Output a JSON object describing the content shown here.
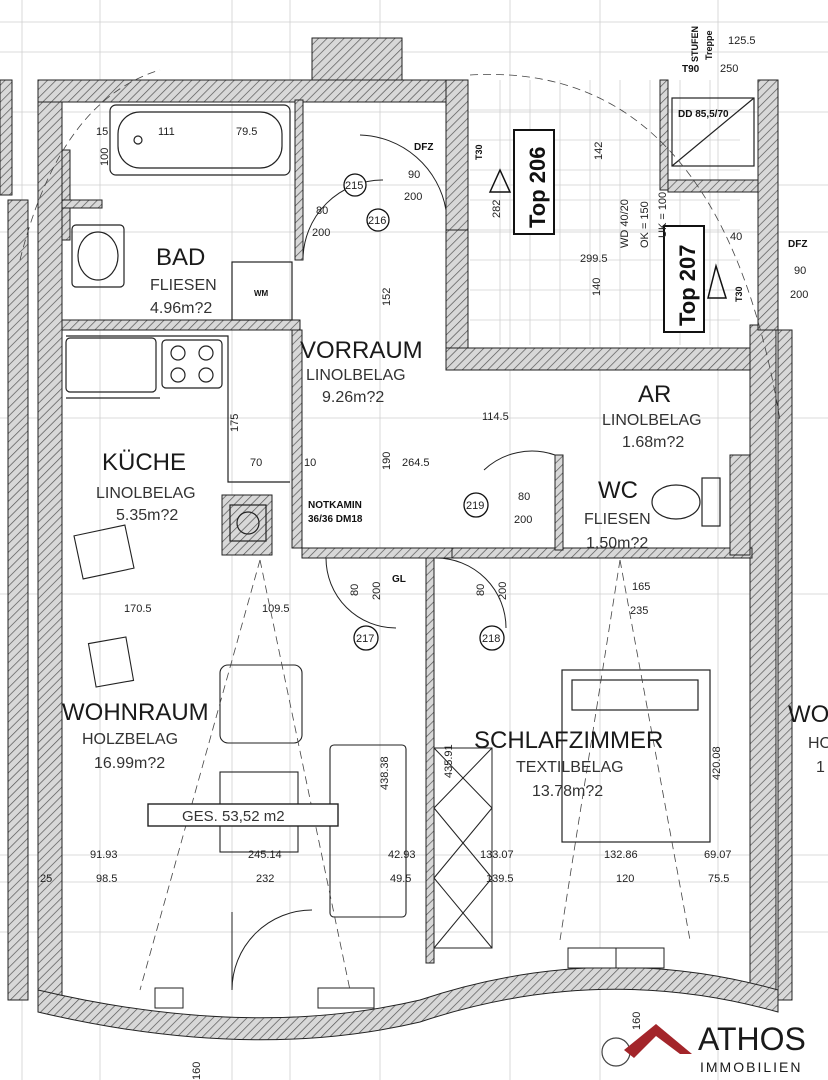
{
  "rooms": {
    "bad": {
      "name": "BAD",
      "floor": "FLIESEN",
      "area": "4.96m?2"
    },
    "vorraum": {
      "name": "VORRAUM",
      "floor": "LINOLBELAG",
      "area": "9.26m?2"
    },
    "kueche": {
      "name": "KÜCHE",
      "floor": "LINOLBELAG",
      "area": "5.35m?2"
    },
    "ar": {
      "name": "AR",
      "floor": "LINOLBELAG",
      "area": "1.68m?2"
    },
    "wc": {
      "name": "WC",
      "floor": "FLIESEN",
      "area": "1.50m?2"
    },
    "wohnraum": {
      "name": "WOHNRAUM",
      "floor": "HOLZBELAG",
      "area": "16.99m?2"
    },
    "schlafzimmer": {
      "name": "SCHLAFZIMMER",
      "floor": "TEXTILBELAG",
      "area": "13.78m?2"
    },
    "neighbor": {
      "name": "WOH",
      "floor": "HO",
      "area": "1"
    }
  },
  "total_area": "GES. 53,52 m2",
  "tops": {
    "top206": "Top 206",
    "top207": "Top 207"
  },
  "labels": {
    "notkamin_1": "NOTKAMIN",
    "notkamin_2": "36/36 DM18",
    "dfz_1": "DFZ",
    "dfz_2": "DFZ",
    "dd": "DD 85,5/70",
    "wm": "WM",
    "stufen": "STUFEN",
    "treppe": "Treppe",
    "t30_a": "T30",
    "t30_b": "T30",
    "t90": "T90",
    "gl": "GL",
    "wd": "WD 40/20",
    "ok_1": "OK = 150",
    "ok_2": "UK = 100"
  },
  "door_tags": [
    "215",
    "216",
    "217",
    "218",
    "219"
  ],
  "dimensions": {
    "d_90a": "90",
    "d_200a": "200",
    "d_80a": "80",
    "d_200b": "200",
    "d_90b": "90",
    "d_200c": "200",
    "d_80b": "80",
    "d_200d": "200",
    "d_80c": "80",
    "d_200e": "200",
    "d_80d": "80",
    "d_200f": "200",
    "d_111": "111",
    "d_795": "79.5",
    "d_15": "15",
    "d_100": "100",
    "d_152": "152",
    "d_1145": "114.5",
    "d_2645": "264.5",
    "d_190": "190",
    "d_175": "175",
    "d_70": "70",
    "d_1705": "170.5",
    "d_1095": "109.5",
    "d_165": "165",
    "d_235": "235",
    "d_9193": "91.93",
    "d_24514": "245.14",
    "d_4293": "42.93",
    "d_13307": "133.07",
    "d_13286": "132.86",
    "d_6907": "69.07",
    "d_985": "98.5",
    "d_232": "232",
    "d_495": "49.5",
    "d_1395": "139.5",
    "d_120": "120",
    "d_755": "75.5",
    "d_1255": "125.5",
    "d_250": "250",
    "d_2995": "299.5",
    "d_140": "140",
    "d_142": "142",
    "d_282": "282",
    "d_43838": "438.38",
    "d_43591": "435.91",
    "d_42008": "420.08",
    "d_160a": "160",
    "d_160b": "160",
    "d_10": "10",
    "d_40": "40",
    "d_25": "25"
  },
  "logo": {
    "name": "ATHOS",
    "tagline": "IMMOBILIEN",
    "color": "#a3252a"
  },
  "colors": {
    "wall": "#6b6b6b",
    "hatch": "#888888",
    "line": "#1a1a1a",
    "grid": "#cfcfcf"
  }
}
